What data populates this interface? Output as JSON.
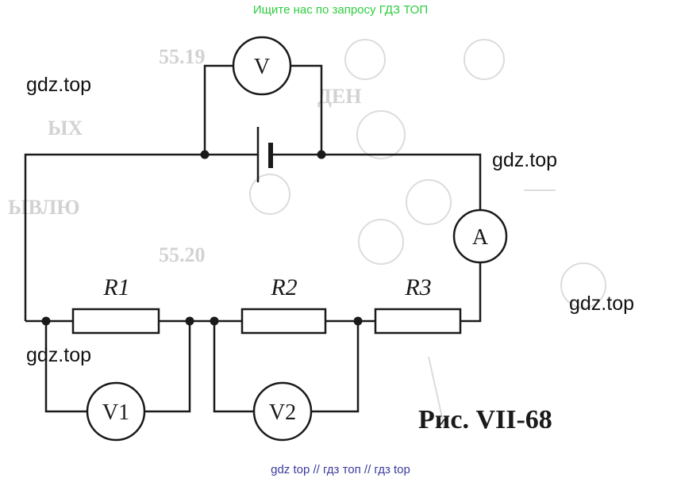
{
  "banner_top": "Ищите нас по запросу ГДЗ ТОП",
  "banner_bottom": "gdz top  //  гдз топ  //  гдз top",
  "watermarks": [
    "gdz.top",
    "gdz.top",
    "gdz.top",
    "gdz.top"
  ],
  "diagram": {
    "voltmeter": "V",
    "ammeter": "A",
    "voltmeter_1": "V1",
    "voltmeter_2": "V2",
    "resistor_1": "R1",
    "resistor_2": "R2",
    "resistor_3": "R3",
    "caption": "Рис.  VII-68"
  }
}
